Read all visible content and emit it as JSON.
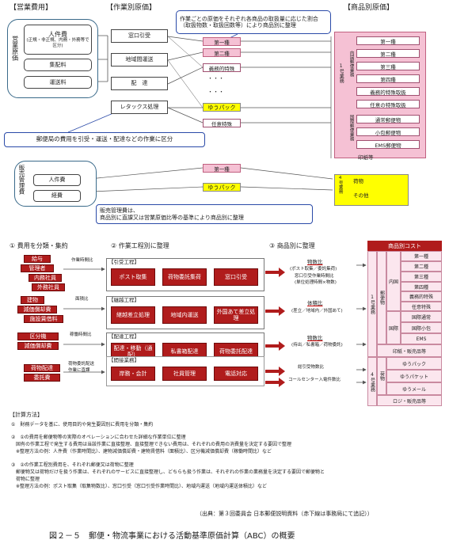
{
  "top": {
    "headers": {
      "expense": "【営業費用】",
      "process": "【作業別原価】",
      "product": "【商品別原価】"
    },
    "operating_cost": {
      "label": "営業原価",
      "personnel": "人件費",
      "personnel_note": "(正規・非正規、内務・外務等で区分)",
      "collection_distribution": "集配料",
      "transport": "運送料"
    },
    "process_boxes": [
      "窓口引受",
      "地域間運送",
      "配　達",
      "レタックス処理"
    ],
    "process_note": "作業ごとの原価をそれぞれ各商品の取扱量に応じた割合（取扱物数・取扱回数等）により商品別に整理",
    "flow_items": [
      "第一種",
      "第二種",
      "義務的特殊",
      "ゆうパック",
      "任意特殊"
    ],
    "postal_note": "郵便局の費用を引受・運送・配達などの作業に区分",
    "product_list": [
      "第一種",
      "第二種",
      "第三種",
      "第四種",
      "義務的特殊取扱",
      "任意の特殊取扱",
      "通常郵便物",
      "小包郵便物",
      "EMS郵便物"
    ],
    "product_labels": {
      "domestic": "内国郵便業務",
      "no1": "1号業務",
      "intl": "国際郵便業務",
      "printing": "印紙等"
    },
    "sga": {
      "label": "販売管理費",
      "personnel": "人件費",
      "expenses": "経費"
    },
    "sga_flow": [
      "第一種",
      "ゆうパック"
    ],
    "no4": {
      "label": "4号業務",
      "items": [
        "荷物",
        "その他"
      ]
    },
    "sga_note_1": "販売管理費は、",
    "sga_note_2": "商品別に直課又は営業原価比等の基準により商品別に整理"
  },
  "bottom": {
    "step1": "① 費用を分類・集約",
    "step2": "② 作業工程別に整理",
    "step3": "③ 商品別に整理",
    "cost_items": [
      "給与",
      "管理者",
      "内務社員",
      "外務社員",
      "建物",
      "減価償却費",
      "施設賃借料",
      "区分機",
      "減価償却費",
      "荷物配達",
      "委託費"
    ],
    "mid_labels": [
      "作業時間比",
      "面積比",
      "稼働時間比",
      "荷物委託配送",
      "作業に直課"
    ],
    "sections": [
      "【引受工程】",
      "【継越工程】",
      "【配達工程】",
      "【間接業務】"
    ],
    "uketsuke": [
      "ポスト取集",
      "荷物委託集荷",
      "窓口引受"
    ],
    "keiketsu": [
      "継越差立処理",
      "地域内運送",
      "外国あて差立処理"
    ],
    "haitatsu": [
      "配達・移動（通配）",
      "私書箱配達",
      "荷物委託配達"
    ],
    "kansetsu": [
      "岸務・会計",
      "社員管理",
      "電話対応"
    ],
    "ratios": [
      {
        "title": "物数比",
        "sub1": "(ポスト取集／委託集荷)",
        "sub2": "窓口引受作業時間比",
        "sub3": "(単位処理時間×物数)"
      },
      {
        "title": "体積比",
        "sub1": "(差立／地域内／外国あて)"
      },
      {
        "title": "物数比",
        "sub1": "(持出／私書箱／荷物委託)"
      }
    ],
    "indirect_1": "総引受物数比",
    "indirect_2": "コールセンター入電件数比"
  },
  "cost_table": {
    "title": "商品別コスト",
    "no1": "1号業務",
    "yubin": "郵便物",
    "naikoku": "内国",
    "kokusai": "国際",
    "naikoku_items": [
      "第一種",
      "第二種",
      "第三種",
      "第四種",
      "義務的特殊",
      "任意特殊"
    ],
    "kokusai_items": [
      "国際通常",
      "国際小包",
      "EMS"
    ],
    "inshi": "印紙・販売品等",
    "no4": "4号業務",
    "nimotsu": "荷物",
    "nimotsu_items": [
      "ゆうパック",
      "ゆうパケット",
      "ゆうメール"
    ],
    "logi": "ロジ・販売品等"
  },
  "method": {
    "title": "【計算方法】",
    "lines": [
      "①　財務データを基に、使用目的や発生要因別に費用を分類・集約",
      "②　①の費用を郵便物等の実際のオペレーションに合わせた詳細な作業単位に整理",
      "　固有の作業工程で発生する費用は当該作業に直接整理、直接整理できない費用は、それぞれの費用の消費量を決定する要因で整理",
      "　※整理方法の例：人件費（作業時間比）、建物減価償却費・建物賃借料（面積比）、区分機減価償却費（稼働時間比）など",
      "③　②の作業工程別費用を、それぞれ郵便又は荷物に整理",
      "　郵便物又は荷物だけを扱う作業は、それぞれのサービスに直接整理し、どちらも扱う作業は、それぞれの作業の業務量を決定する要因で郵便物と",
      "　荷物に整理",
      "　※整理方法の例：ポスト取集（取集物数比）、窓口引受（窓口引受作業時間比）、地域内運送（地域内運送体積比）など"
    ]
  },
  "source": "（出典：第３回委員会 日本郵便説明資料（赤下線は事務局にて追記））",
  "caption": "図２－５　郵便・物流事業における活動基準原価計算（ABC）の概要"
}
